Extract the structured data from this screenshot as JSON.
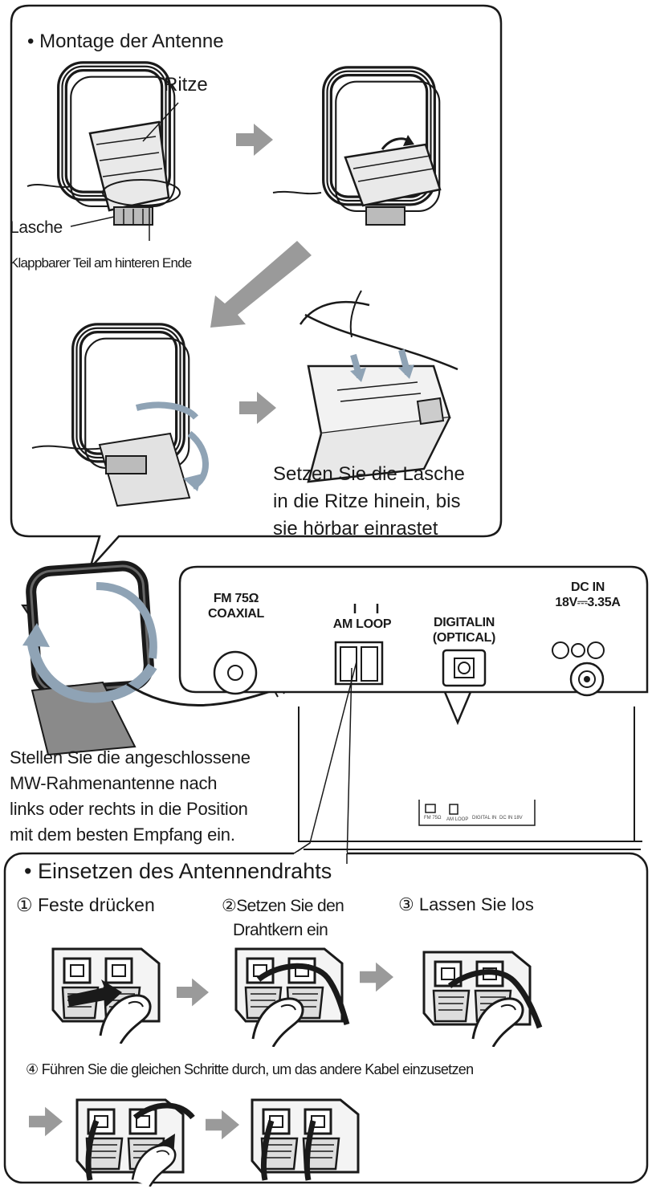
{
  "top": {
    "title": "• Montage der Antenne",
    "label_slot": "Ritze",
    "label_tab": "Lasche",
    "label_folding_part": "Klappbarer Teil am hinteren Ende",
    "insert_note": [
      "Setzen Sie die Lasche",
      "in die Ritze hinein, bis",
      "sie hörbar einrastet"
    ]
  },
  "panel": {
    "fm": [
      "FM 75Ω",
      "COAXIAL"
    ],
    "am": "AM LOOP",
    "digital": [
      "DIGITALIN",
      "(OPTICAL)"
    ],
    "dc": [
      "DC IN",
      "18V⎓3.35A"
    ]
  },
  "rear_mini_labels": [
    "FM 75Ω",
    "AM LOOP",
    "DIGITAL IN",
    "DC IN 18V"
  ],
  "position_note": [
    "Stellen Sie die angeschlossene",
    "MW-Rahmenantenne nach",
    "links oder rechts in die Position",
    "mit dem besten Empfang ein."
  ],
  "bottom": {
    "title": "• Einsetzen des Antennendrahts",
    "step1": "① Feste drücken",
    "step2": [
      "②Setzen Sie den",
      "Drahtkern ein"
    ],
    "step3": "③  Lassen Sie los",
    "step4": "④ Führen Sie die gleichen Schritte durch, um das andere Kabel einzusetzen"
  },
  "colors": {
    "arrow": "#9a9a9a",
    "line": "#1a1a1a",
    "loop_arrow": "#8fa3b5"
  }
}
